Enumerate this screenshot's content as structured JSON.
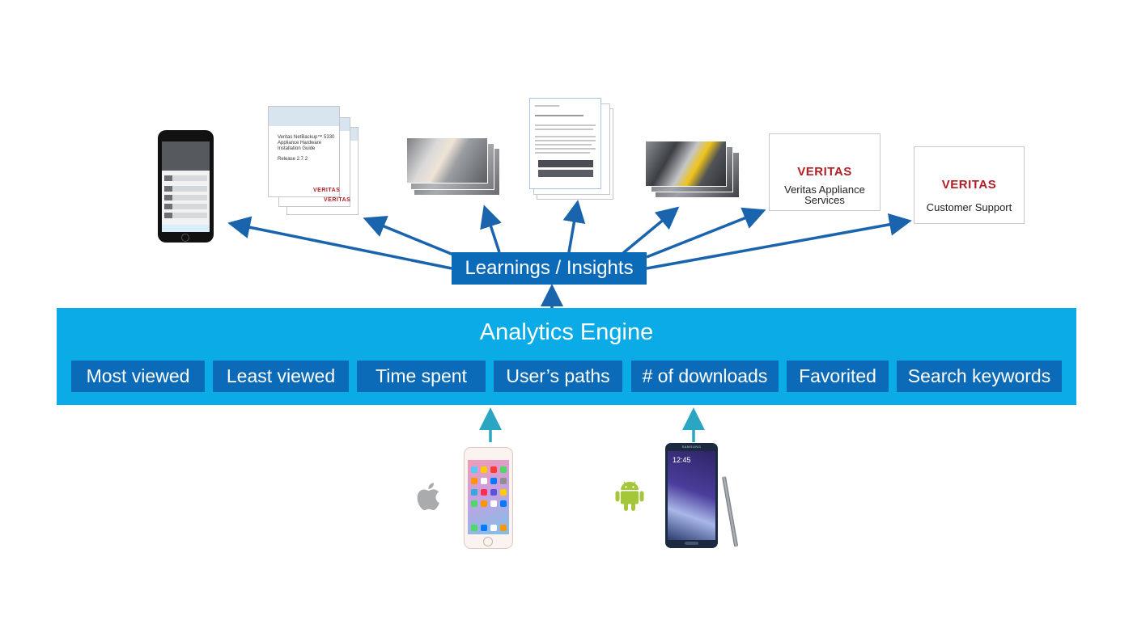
{
  "insights": {
    "label": "Learnings / Insights"
  },
  "engine": {
    "title": "Analytics Engine",
    "metrics": [
      "Most viewed",
      "Least viewed",
      "Time spent",
      "User’s paths",
      "# of downloads",
      "Favorited",
      "Search keywords"
    ]
  },
  "documents": {
    "guide": {
      "lines": [
        "Veritas NetBackup™ 5330",
        "Appliance Hardware",
        "Installation Guide"
      ],
      "release": "Release 2.7.2",
      "brand": "VERITAS"
    }
  },
  "cards": {
    "services": {
      "logo": "VERITAS",
      "label_line1": "Veritas Appliance",
      "label_line2": "Services"
    },
    "support": {
      "logo": "VERITAS",
      "label": "Customer Support"
    }
  },
  "devices": {
    "android_clock": "12:45",
    "android_brand": "SAMSUNG"
  },
  "colors": {
    "dark_blue": "#0b6bb8",
    "light_blue": "#0aabe7",
    "teal_arrow": "#2aa6c2",
    "veritas_red": "#b01e23",
    "android_green": "#a4c639"
  },
  "icons": [
    "apple-logo-icon",
    "android-logo-icon"
  ]
}
